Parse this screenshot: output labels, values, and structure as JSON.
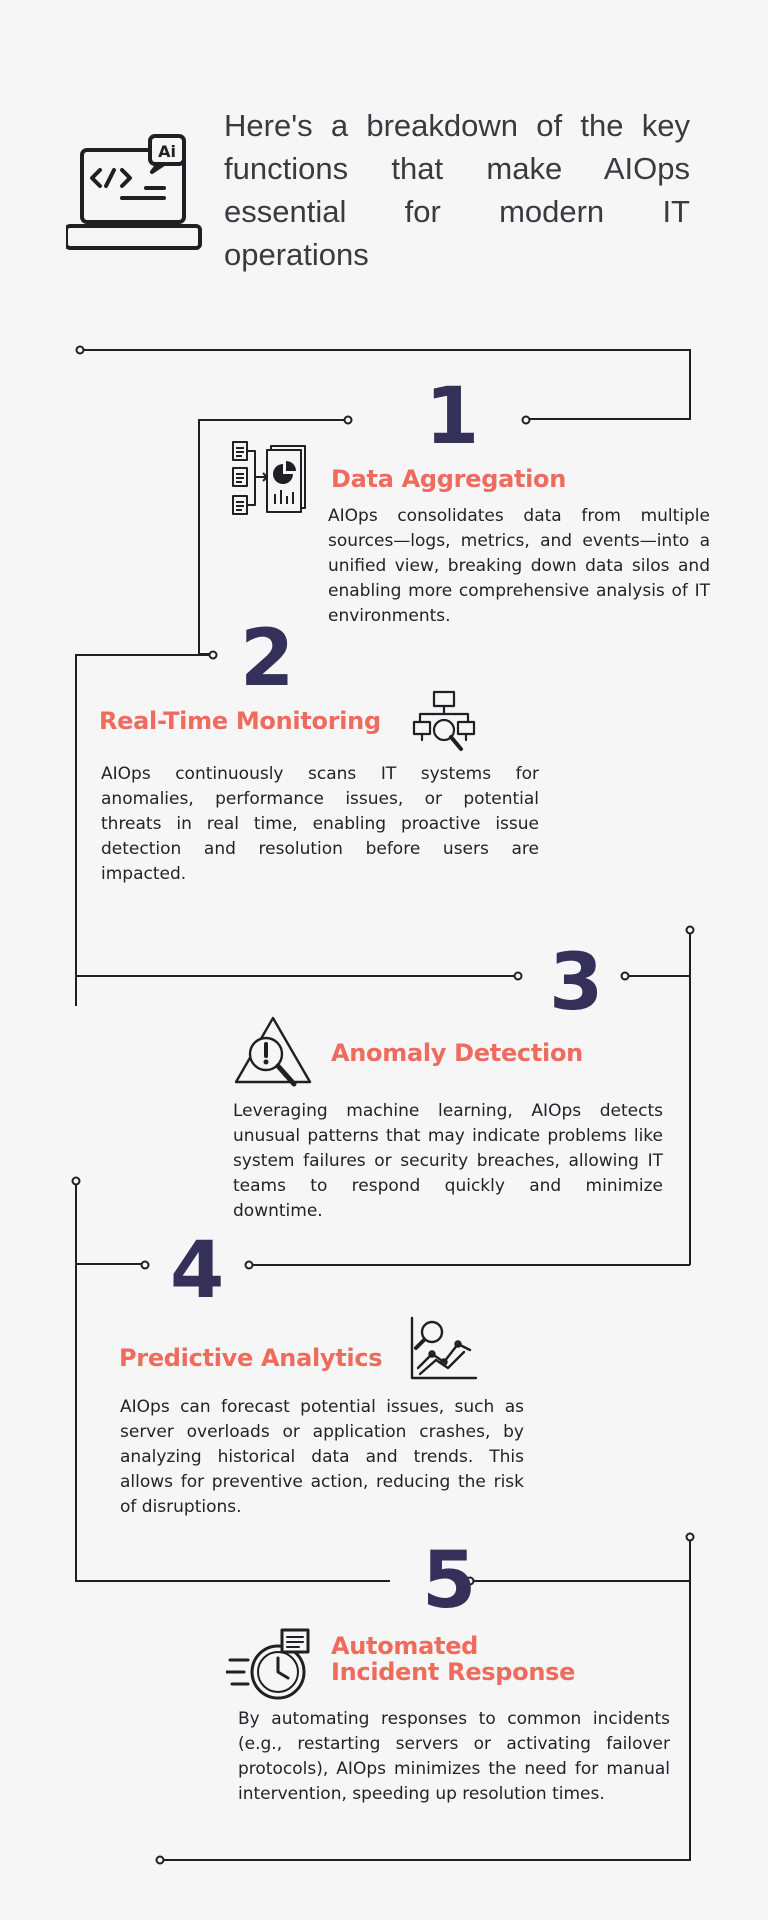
{
  "intro": {
    "text": "Here's a breakdown of the key functions that make AIOps essential for modern IT operations",
    "icon": "laptop-ai-code-icon"
  },
  "steps": [
    {
      "number": "1",
      "title": "Data Aggregation",
      "description": "AIOps consolidates data from multiple sources—logs, metrics, and events—into a unified view, breaking down data silos and enabling more comprehensive analysis of IT environments.",
      "icon": "documents-to-report-icon"
    },
    {
      "number": "2",
      "title": "Real-Time Monitoring",
      "description": "AIOps continuously scans IT systems for anomalies, performance issues, or potential threats in real time, enabling proactive issue detection and resolution before users are impacted.",
      "icon": "network-search-icon"
    },
    {
      "number": "3",
      "title": "Anomaly Detection",
      "description": "Leveraging machine learning, AIOps detects unusual patterns that may indicate problems like system failures or security breaches, allowing IT teams to respond quickly and minimize downtime.",
      "icon": "warning-magnifier-icon"
    },
    {
      "number": "4",
      "title": "Predictive Analytics",
      "description": "AIOps can forecast potential issues, such as server overloads or application crashes, by analyzing historical data and trends. This allows for preventive action, reducing the risk of disruptions.",
      "icon": "trend-analysis-icon"
    },
    {
      "number": "5",
      "title": "Automated Incident Response",
      "description": "By automating responses to common incidents (e.g., restarting servers or activating failover protocols), AIOps minimizes the need for manual intervention, speeding up resolution times.",
      "icon": "fast-clock-icon"
    }
  ],
  "colors": {
    "background": "#f6f6f6",
    "number": "#34305a",
    "title": "#ee6b5d",
    "text": "#222228",
    "line": "#1f1f24"
  }
}
